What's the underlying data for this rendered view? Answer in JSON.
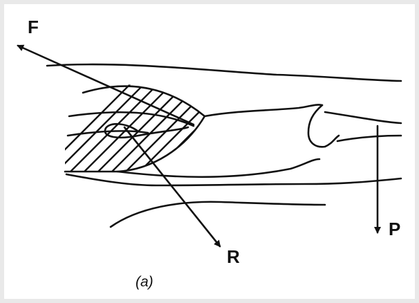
{
  "figure": {
    "force_labels": {
      "f": "F",
      "r": "R",
      "p": "P"
    },
    "caption": "(a)"
  },
  "colors": {
    "ink": "#111111",
    "background": "#ffffff",
    "frame": "#e9e9e9"
  }
}
